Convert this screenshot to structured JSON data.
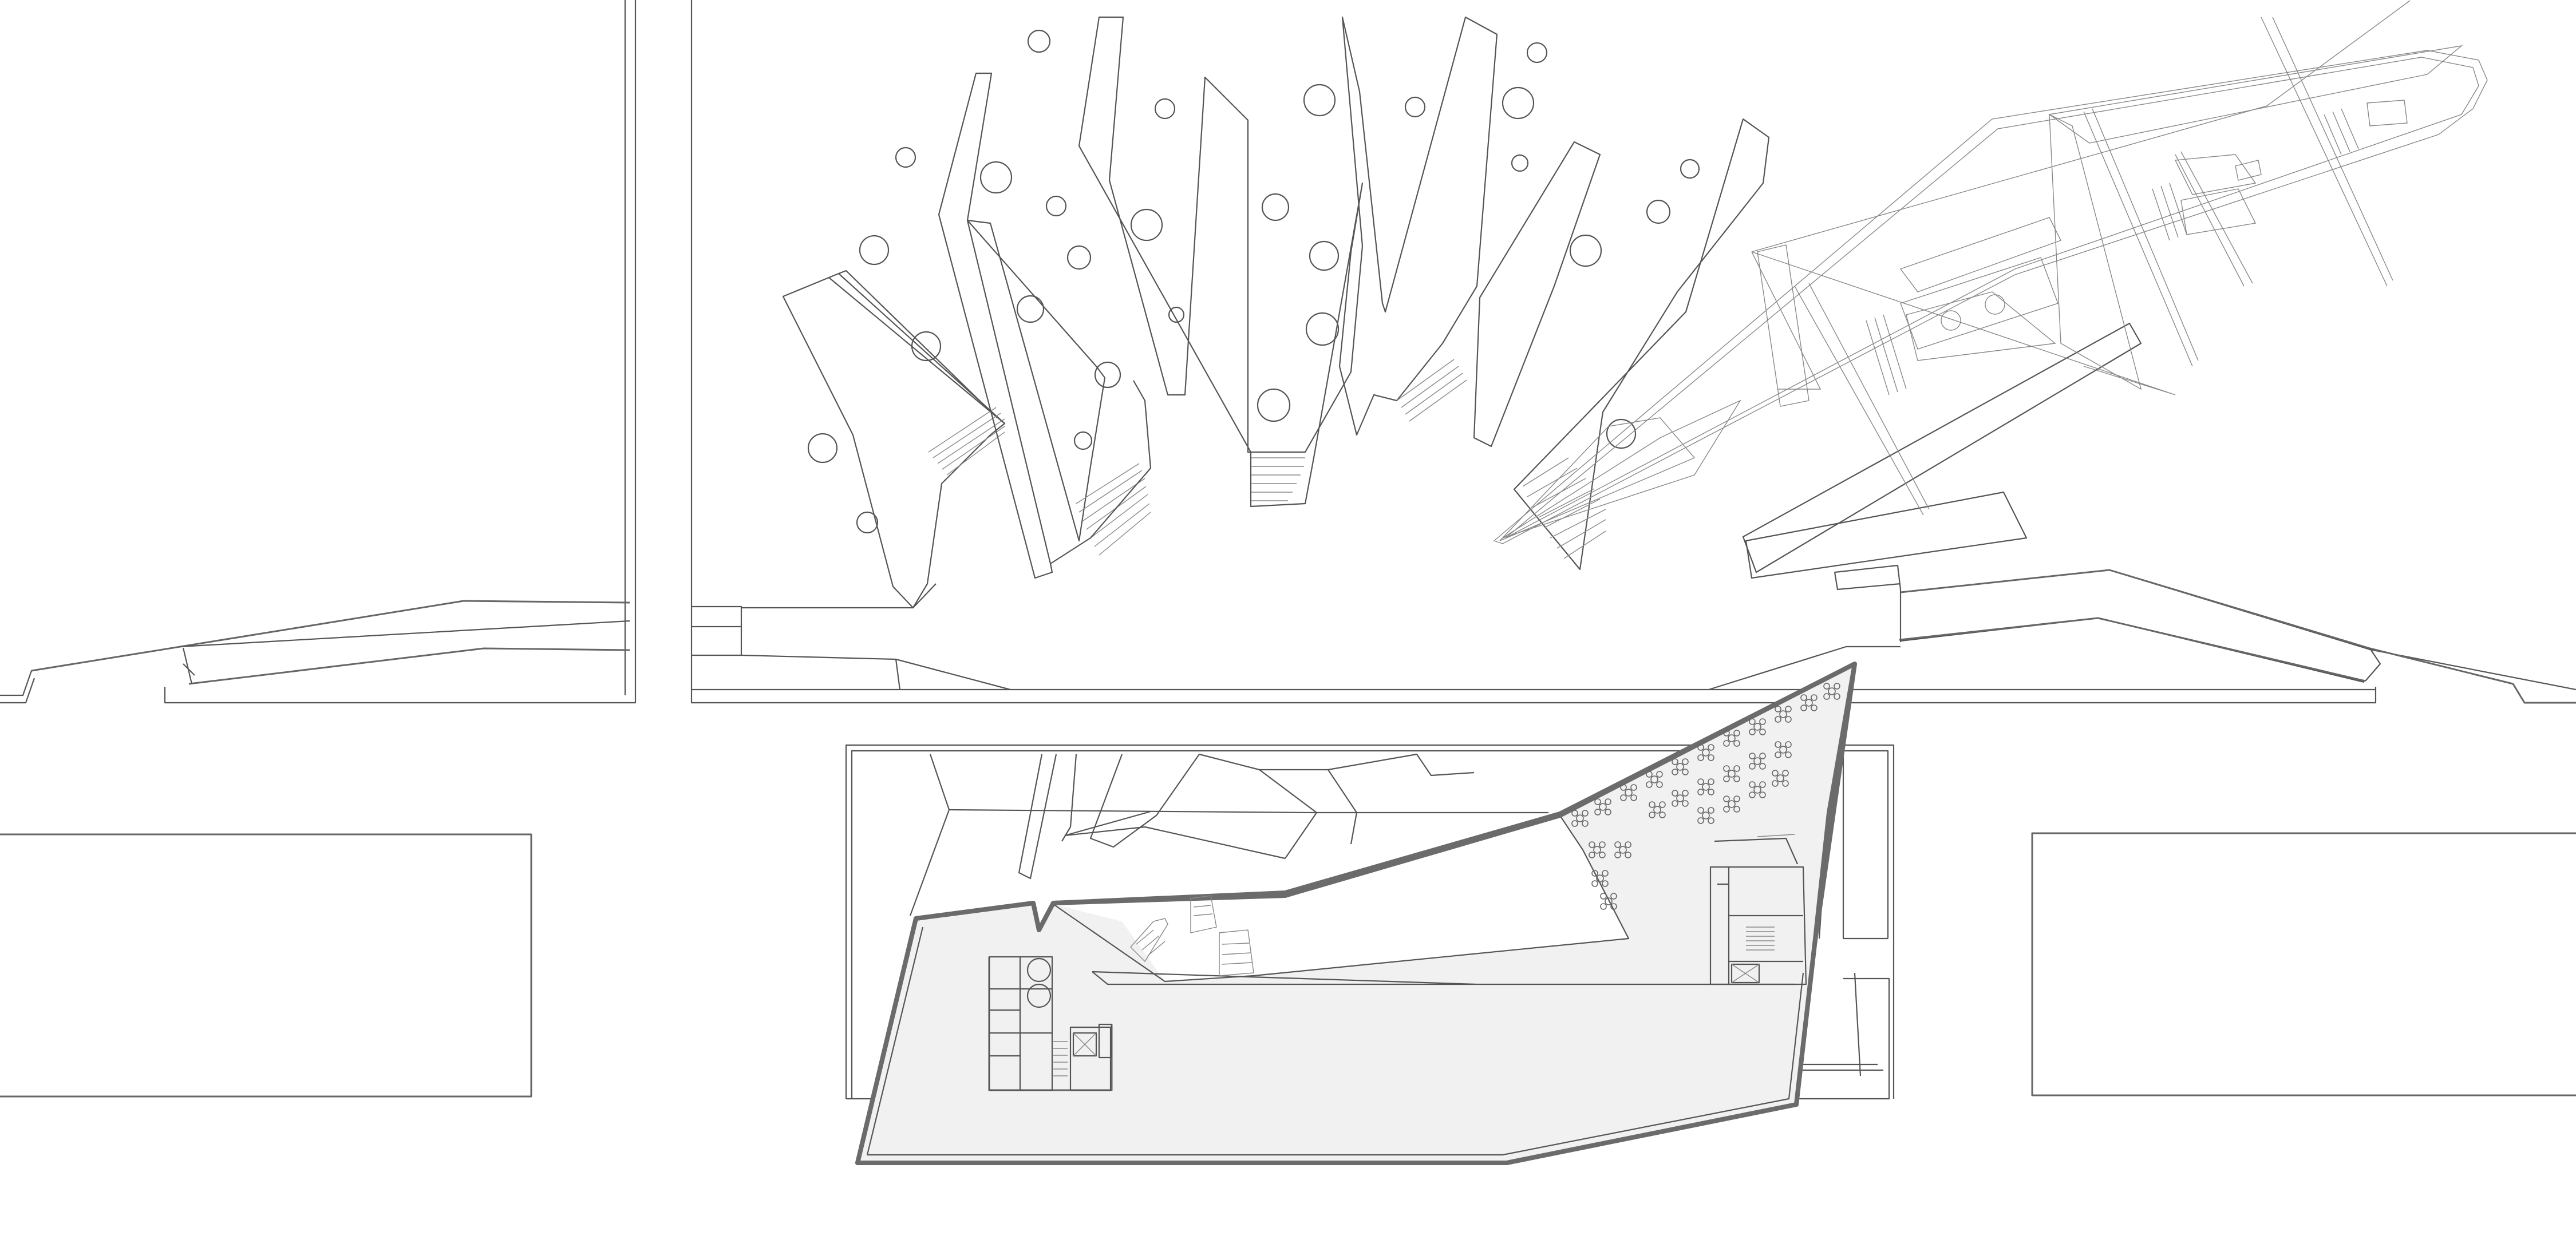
{
  "drawing": {
    "kind": "architectural floor plan",
    "colors": {
      "line": "#555555",
      "bold_wall": "#6b6b6b",
      "floor_fill": "#f1f1f1",
      "background": "#ffffff"
    },
    "elements": [
      "left-building-block",
      "central-courtyard",
      "terraced-fins",
      "tree-circles",
      "ship-model",
      "ramps",
      "museum-building",
      "seating-groups",
      "core-stairs",
      "restrooms",
      "left-pavilion",
      "right-pavilion"
    ]
  }
}
